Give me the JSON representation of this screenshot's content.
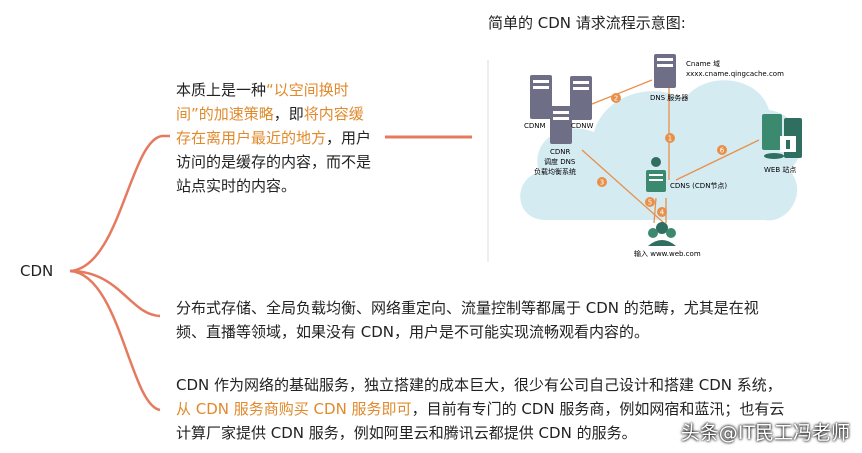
{
  "root": "CDN",
  "node1": {
    "t1": "本质上是一种",
    "h1": "“以空间换时间”的加速策略",
    "t2": "，即",
    "h2": "将内容缓存在离用户最近的地方",
    "t3": "，用户访问的是缓存的内容，而不是站点实时的内容。"
  },
  "node2": {
    "text": "分布式存储、全局负载均衡、网络重定向、流量控制等都属于 CDN 的范畴，尤其是在视频、直播等领域，如果没有 CDN，用户是不可能实现流畅观看内容的。"
  },
  "node3": {
    "t1": "CDN 作为网络的基础服务，独立搭建的成本巨大，很少有公司自己设计和搭建 CDN 系统，",
    "h1": "从 CDN 服务商购买 CDN 服务即可",
    "t2": "，目前有专门的 CDN 服务商，例如网宿和蓝汛；也有云计算厂家提供 CDN 服务，例如阿里云和腾讯云都提供 CDN 的服务。"
  },
  "diagram": {
    "title": "简单的 CDN 请求流程示意图:",
    "labels": {
      "cname": "Cname 域",
      "cname_domain": "xxxx.cname.qingcache.com",
      "dns_server": "DNS 服务器",
      "cdnm": "CDNM",
      "cdnw": "CDNW",
      "cdnr": "CDNR",
      "cdnr_sub1": "调度 DNS",
      "cdnr_sub2": "负载均衡系统",
      "cdns": "CDNS (CDN节点)",
      "web": "WEB 站点",
      "user": "输入 www.web.com"
    },
    "steps": [
      "1",
      "2",
      "3",
      "4",
      "5",
      "6"
    ],
    "colors": {
      "step": "#e8904a",
      "server": "#6e6e86",
      "web": "#3b8a6f",
      "cloud": "#d4ebf2",
      "user": "#2e6f62"
    }
  },
  "watermark": "头条@IT民工冯老师",
  "colors": {
    "branch": "#e57a5f",
    "highlight": "#e08a2c"
  }
}
